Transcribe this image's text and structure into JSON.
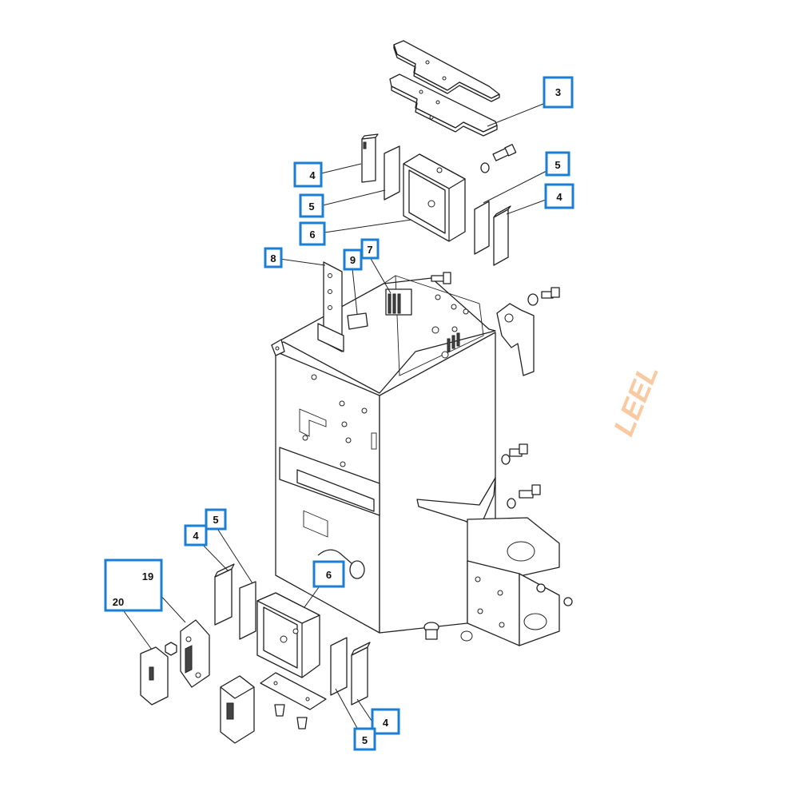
{
  "theme": {
    "callout_color": "#1a7fd4",
    "watermark_color": "#f5a055"
  },
  "watermark": {
    "text": "LEEL"
  },
  "callouts": [
    {
      "id": "c3",
      "label": "3"
    },
    {
      "id": "c4a",
      "label": "4"
    },
    {
      "id": "c5a",
      "label": "5"
    },
    {
      "id": "c6a",
      "label": "6"
    },
    {
      "id": "c5b",
      "label": "5"
    },
    {
      "id": "c4b",
      "label": "4"
    },
    {
      "id": "c8",
      "label": "8"
    },
    {
      "id": "c9",
      "label": "9"
    },
    {
      "id": "c7",
      "label": "7"
    },
    {
      "id": "c5c",
      "label": "5"
    },
    {
      "id": "c4c",
      "label": "4"
    },
    {
      "id": "c6b",
      "label": "6"
    },
    {
      "id": "c1920",
      "label": "19",
      "label2": "20"
    },
    {
      "id": "c4d",
      "label": "4"
    },
    {
      "id": "c5d",
      "label": "5"
    }
  ]
}
